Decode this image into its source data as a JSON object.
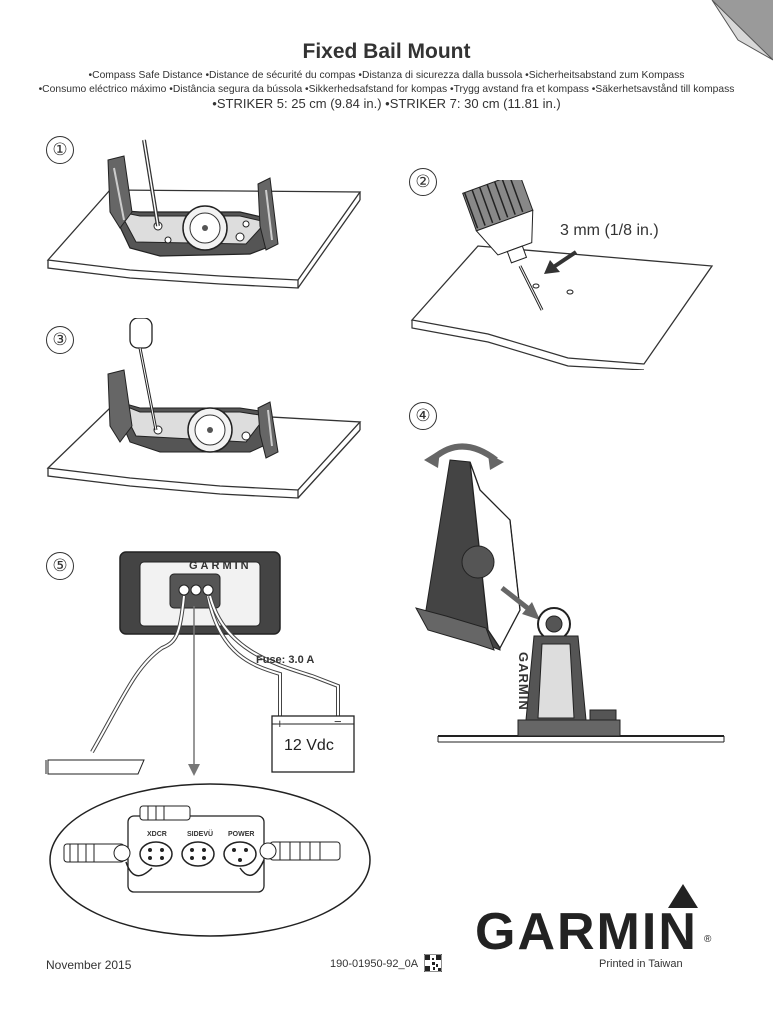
{
  "header": {
    "title": "Fixed Bail Mount",
    "subtitle_line1": "•Compass Safe Distance  •Distance de sécurité du compas  •Distanza di sicurezza dalla bussola  •Sicherheitsabstand zum Kompass",
    "subtitle_line2": "•Consumo eléctrico máximo  •Distância segura da bússola  •Sikkerhedsafstand for kompas  •Trygg avstand fra et kompass  •Säkerhetsavstånd till kompass",
    "subtitle_line3": "•STRIKER 5: 25 cm (9.84 in.)  •STRIKER 7: 30 cm (11.81 in.)"
  },
  "steps": {
    "s1": "①",
    "s2": "②",
    "s3": "③",
    "s4": "④",
    "s5": "⑤"
  },
  "labels": {
    "drill_size": "3 mm (1/8 in.)",
    "fuse": "Fuse: 3.0 A",
    "power": "12 Vdc",
    "plus": "+",
    "minus": "−",
    "xdcr": "XDCR",
    "sidevu": "SIDEVÜ",
    "power_port": "POWER",
    "bracket_logo": "GARMIN",
    "device_logo": "GARMIN"
  },
  "brand": {
    "logo": "GARMIN",
    "registered": "®"
  },
  "footer": {
    "date": "November 2015",
    "part_number": "190-01950-92_0A",
    "printed": "Printed in Taiwan"
  },
  "icons": {
    "qr": "qr-code-icon",
    "page_curl": "page-curl-icon"
  }
}
